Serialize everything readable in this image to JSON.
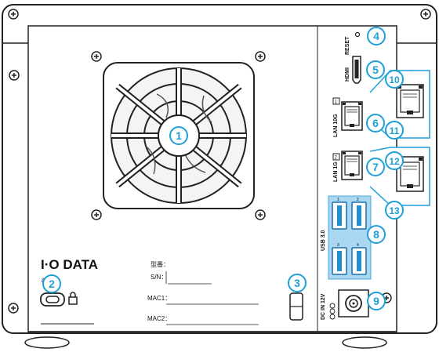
{
  "brand": {
    "logo_text": "I·O DATA"
  },
  "label_plate": {
    "model_label": "型番：",
    "serial_label": "S/N：",
    "mac1_label": "MAC1：",
    "mac2_label": "MAC2："
  },
  "ports": {
    "reset": "RESET",
    "hdmi": "HDMI",
    "lan10g": "LAN 10G",
    "lan1g": "LAN 1G",
    "usb": "USB 3.0",
    "dc_in": "DC IN 12V",
    "lan10g_tag": "1",
    "lan1g_tag": "2",
    "usb_tags": [
      "1",
      "2",
      "3",
      "4"
    ]
  },
  "callouts": [
    "1",
    "2",
    "3",
    "4",
    "5",
    "6",
    "7",
    "8",
    "9",
    "10",
    "11",
    "12",
    "13"
  ],
  "colors": {
    "callout_fill": "#ffffff",
    "callout_stroke": "#1f9fd8",
    "callout_text": "#1f9fd8",
    "highlight_fill": "#a9d6f0",
    "highlight_stroke": "#4aa8dc",
    "device_outline": "#222222"
  }
}
